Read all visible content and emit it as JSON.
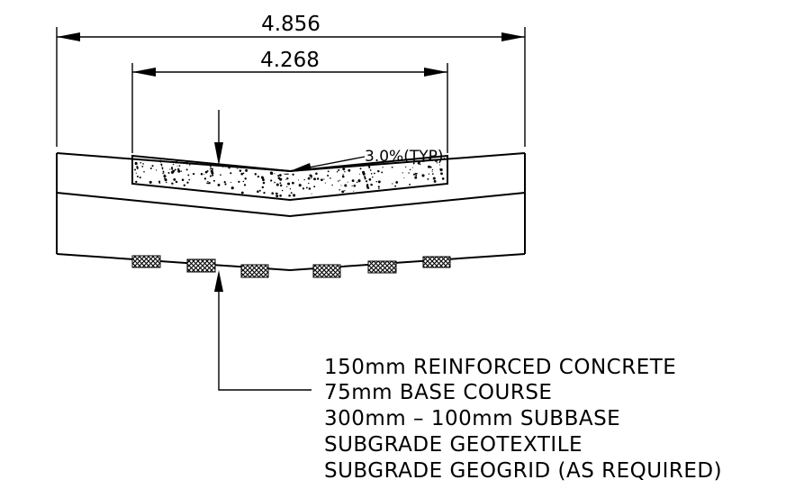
{
  "dimensions": {
    "overall": "4.856",
    "inner": "4.268"
  },
  "slope_label": "3.0%(TYP)",
  "notes": [
    "150mm REINFORCED CONCRETE",
    "75mm BASE COURSE",
    "300mm – 100mm SUBBASE",
    "SUBGRADE GEOTEXTILE",
    "SUBGRADE GEOGRID (AS REQUIRED)"
  ],
  "colors": {
    "line": "#000000",
    "background": "#ffffff"
  }
}
